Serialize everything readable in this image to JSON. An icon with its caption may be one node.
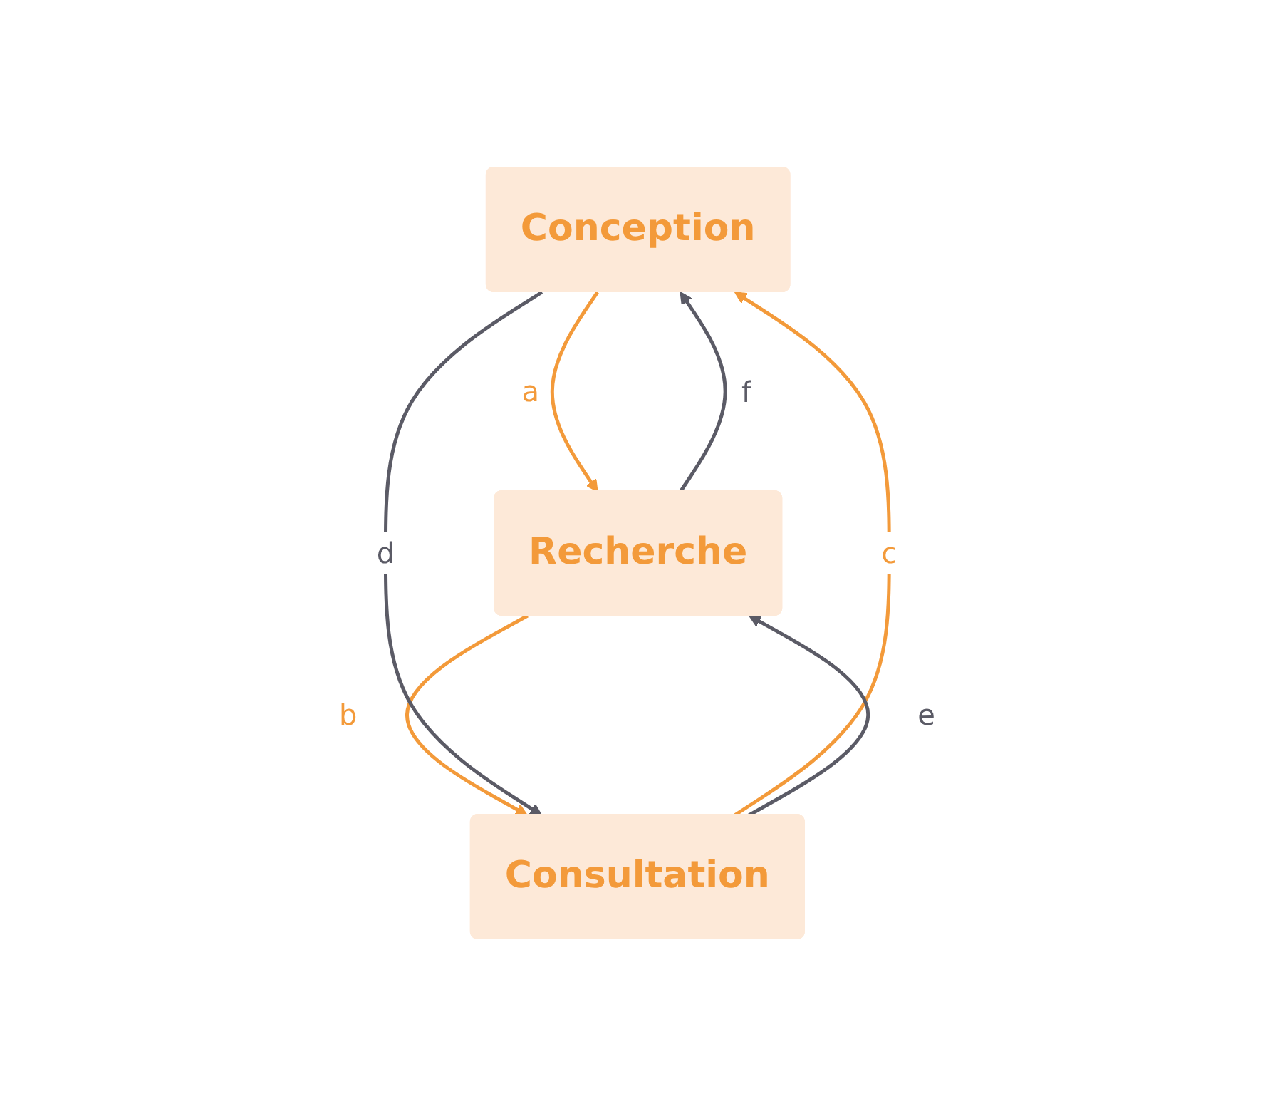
{
  "diagram": {
    "nodes": [
      {
        "text": [
          "Conception"
        ]
      },
      {
        "text": [
          "Consultation"
        ]
      },
      {
        "text": [
          "Recherche"
        ]
      }
    ],
    "edges": [
      {
        "from": 0,
        "to": 2,
        "arrow": "to",
        "label": "a",
        "color": "#f39a3a"
      },
      {
        "from": 2,
        "to": 1,
        "arrow": "to",
        "label": "b",
        "color": "#f39a3a"
      },
      {
        "from": 1,
        "to": 0,
        "arrow": "to",
        "label": "c",
        "color": "#f39a3a"
      },
      {
        "from": 0,
        "to": 1,
        "arrow": "to",
        "label": "d",
        "color": "#5b5b66"
      },
      {
        "from": 1,
        "to": 2,
        "arrow": "to",
        "label": "e",
        "color": "#5b5b66"
      },
      {
        "from": 2,
        "to": 0,
        "arrow": "to",
        "label": "f",
        "color": "#5b5b66"
      }
    ]
  }
}
